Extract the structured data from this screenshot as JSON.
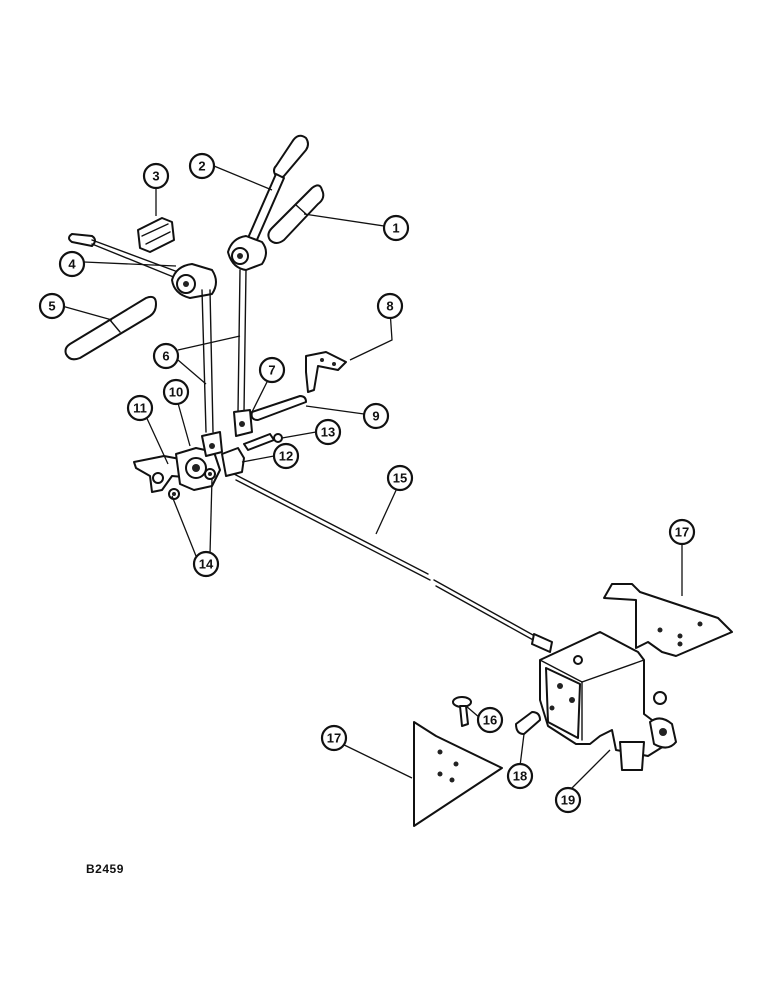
{
  "drawing_code": "B2459",
  "callouts": [
    {
      "id": "callout-1",
      "label": "1"
    },
    {
      "id": "callout-2",
      "label": "2"
    },
    {
      "id": "callout-3",
      "label": "3"
    },
    {
      "id": "callout-4",
      "label": "4"
    },
    {
      "id": "callout-5",
      "label": "5"
    },
    {
      "id": "callout-6",
      "label": "6"
    },
    {
      "id": "callout-7",
      "label": "7"
    },
    {
      "id": "callout-8",
      "label": "8"
    },
    {
      "id": "callout-9",
      "label": "9"
    },
    {
      "id": "callout-10",
      "label": "10"
    },
    {
      "id": "callout-11",
      "label": "11"
    },
    {
      "id": "callout-12",
      "label": "12"
    },
    {
      "id": "callout-13",
      "label": "13"
    },
    {
      "id": "callout-14",
      "label": "14"
    },
    {
      "id": "callout-15",
      "label": "15"
    },
    {
      "id": "callout-16",
      "label": "16"
    },
    {
      "id": "callout-17a",
      "label": "17"
    },
    {
      "id": "callout-17b",
      "label": "17"
    },
    {
      "id": "callout-18",
      "label": "18"
    },
    {
      "id": "callout-19",
      "label": "19"
    }
  ]
}
